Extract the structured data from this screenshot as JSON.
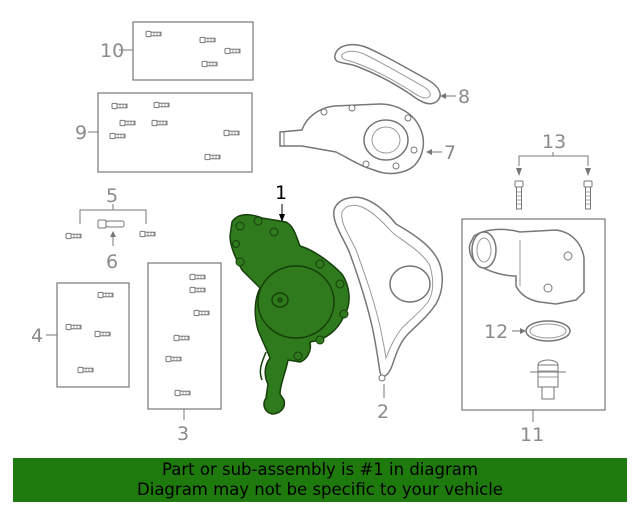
{
  "callouts": {
    "c1": "1",
    "c2": "2",
    "c3": "3",
    "c4": "4",
    "c5": "5",
    "c6": "6",
    "c7": "7",
    "c8": "8",
    "c9": "9",
    "c10": "10",
    "c11": "11",
    "c12": "12",
    "c13": "13"
  },
  "highlight_color": "#2f7a1c",
  "banner": {
    "line1": "Part or sub-assembly is #1 in diagram",
    "line2": "Diagram may not be specific to your vehicle",
    "background": "#1e7a0c"
  }
}
